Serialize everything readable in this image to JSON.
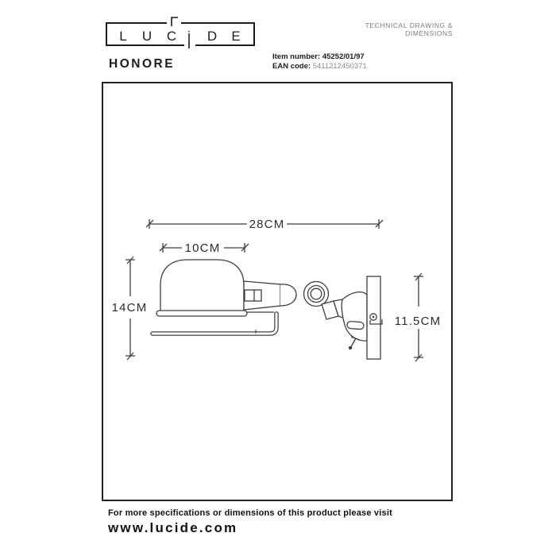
{
  "header": {
    "logo": {
      "text": "LUCIDE",
      "letters": [
        "L",
        "U",
        "C",
        "i",
        "D",
        "E"
      ]
    },
    "doc_type": "TECHNICAL DRAWING & DIMENSIONS",
    "product_name": "HONORE",
    "item_number_label": "Item number:",
    "item_number_value": "45252/01/97",
    "ean_label": "EAN code:",
    "ean_value": "5411212450371"
  },
  "drawing": {
    "type": "wall-lamp technical drawing",
    "dim_total_width": "28CM",
    "dim_shade_width": "10CM",
    "dim_shade_height": "14CM",
    "dim_wall_height": "11.5CM"
  },
  "footer": {
    "note": "For more specifications or dimensions of this product please visit",
    "website": "www.lucide.com"
  },
  "colors": {
    "ink": "#1c1c1c",
    "line": "#3f3f3f",
    "muted": "#7c7c82",
    "background": "#ffffff"
  }
}
